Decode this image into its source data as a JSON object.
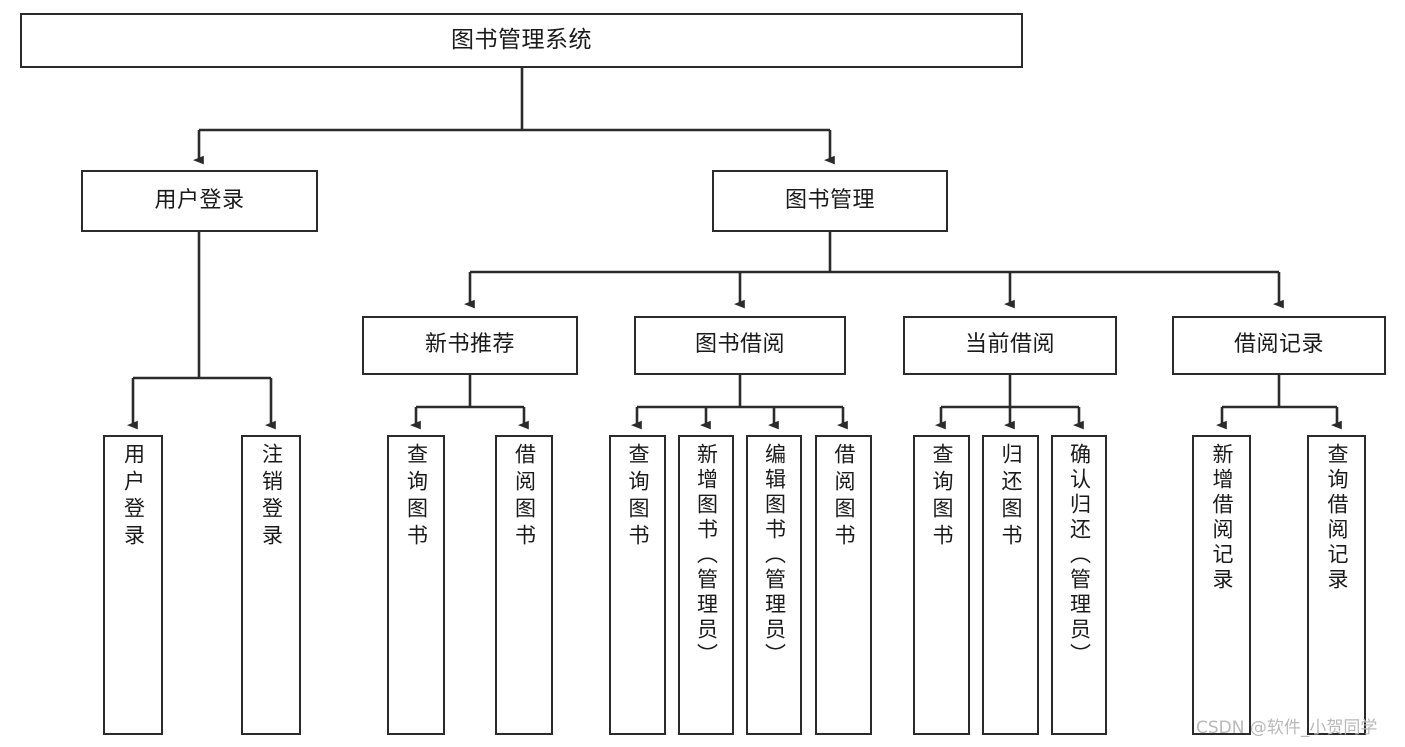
{
  "diagram": {
    "title": "图书管理系统",
    "type": "tree-hierarchy-diagram",
    "style": {
      "background": "#ffffff",
      "box_fill": "#ffffff",
      "box_stroke": "#2b2b2b",
      "text_color": "#1a1a1a",
      "connector_color": "#2b2b2b",
      "watermark_color": "#b9b9b9"
    },
    "root": {
      "label": "图书管理系统"
    },
    "level2": [
      {
        "label": "用户登录"
      },
      {
        "label": "图书管理"
      }
    ],
    "level3": [
      {
        "label": "新书推荐"
      },
      {
        "label": "图书借阅"
      },
      {
        "label": "当前借阅"
      },
      {
        "label": "借阅记录"
      }
    ],
    "leaves": {
      "user_login": [
        {
          "label": "用户登录"
        },
        {
          "label": "注销登录"
        }
      ],
      "new_book_recommend": [
        {
          "label": "查询图书"
        },
        {
          "label": "借阅图书"
        }
      ],
      "book_borrow": [
        {
          "label": "查询图书"
        },
        {
          "label": "新增图书（管理员）"
        },
        {
          "label": "编辑图书（管理员）"
        },
        {
          "label": "借阅图书"
        }
      ],
      "current_borrow": [
        {
          "label": "查询图书"
        },
        {
          "label": "归还图书"
        },
        {
          "label": "确认归还（管理员）"
        }
      ],
      "borrow_record": [
        {
          "label": "新增借阅记录"
        },
        {
          "label": "查询借阅记录"
        }
      ]
    }
  },
  "watermark": {
    "text": "CSDN @软件_小贺同学"
  }
}
